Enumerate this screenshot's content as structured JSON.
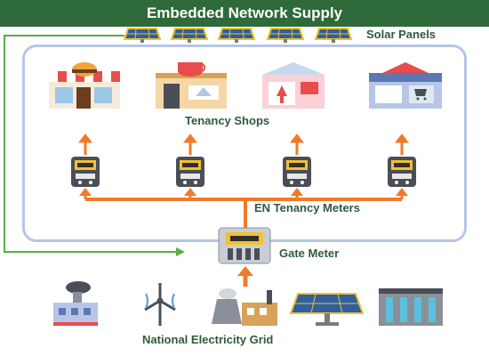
{
  "header": {
    "title": "Embedded Network Supply"
  },
  "labels": {
    "solar_panels": "Solar Panels",
    "tenancy_shops": "Tenancy Shops",
    "en_meters": "EN Tenancy Meters",
    "gate_meter": "Gate Meter",
    "grid": "National Electricity Grid"
  },
  "colors": {
    "title_bg": "#2e6a3a",
    "arrow": "#f07a2a",
    "green_line": "#5aac44",
    "box_border": "#b7c6e6",
    "label": "#2e5a3c"
  },
  "icons": {
    "solar": "solar-panel-icon",
    "shops": [
      "burger-shop-icon",
      "cafe-shop-icon",
      "clothing-shop-icon",
      "market-stall-icon"
    ],
    "meter": "electricity-meter-icon",
    "grid": [
      "coal-plant-icon",
      "wind-turbine-icon",
      "nuclear-plant-icon",
      "solar-farm-icon",
      "hydro-dam-icon"
    ]
  }
}
